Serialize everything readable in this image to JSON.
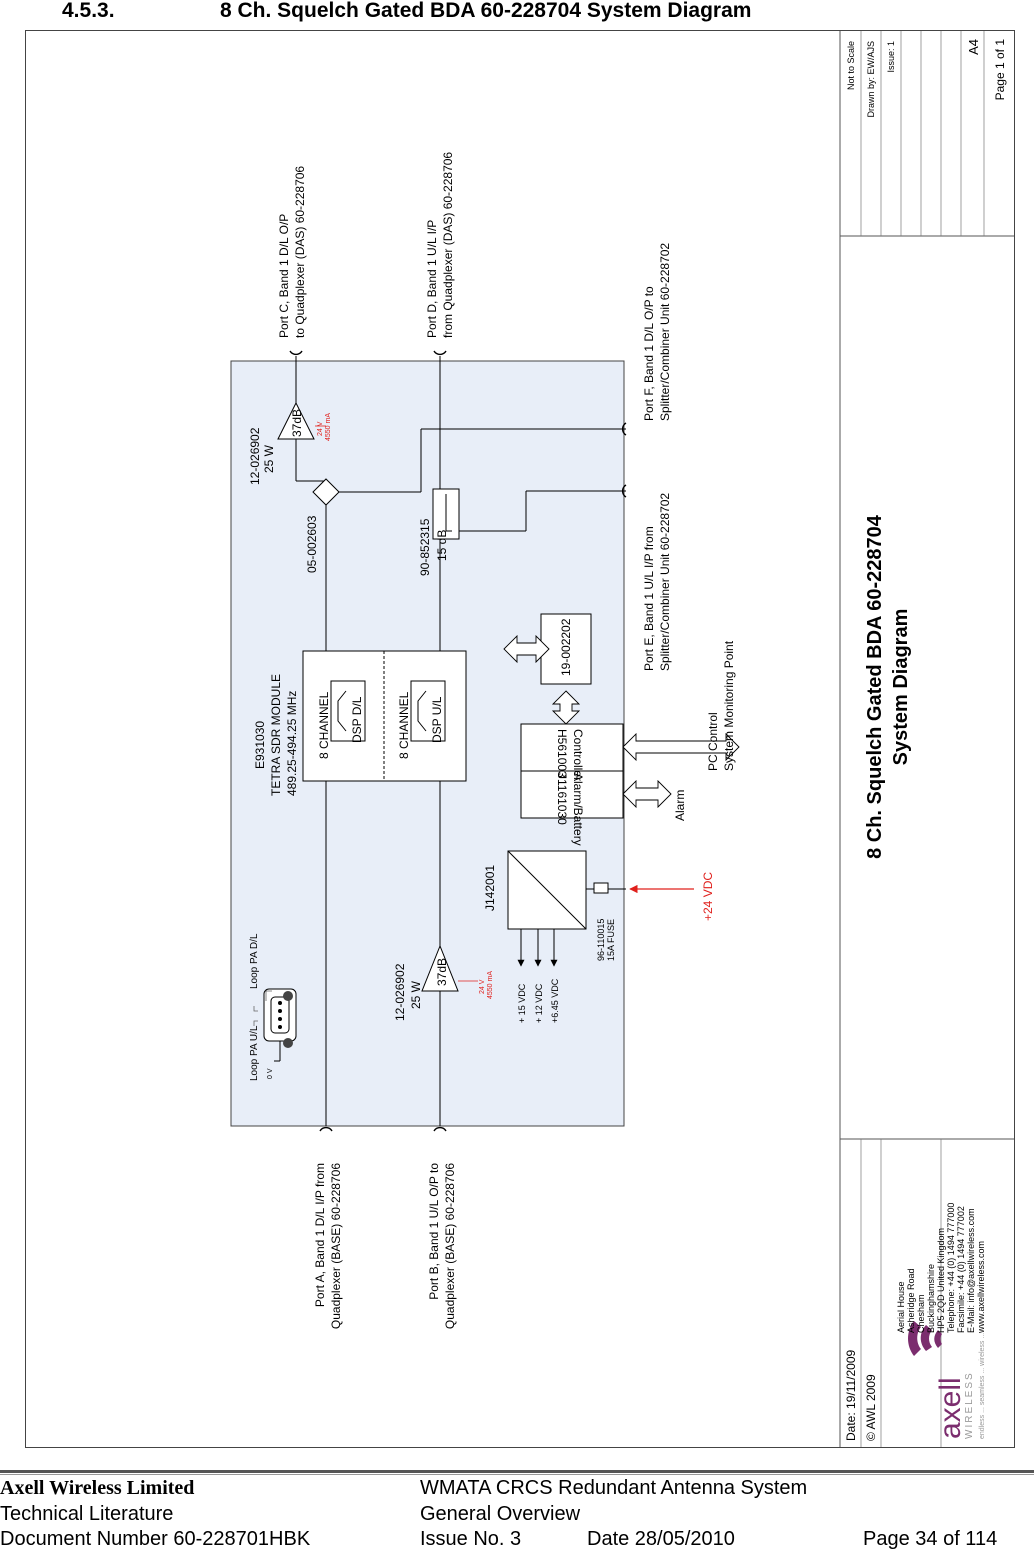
{
  "heading": {
    "number": "4.5.3.",
    "title": "8 Ch. Squelch Gated BDA 60-228704 System Diagram"
  },
  "title_block": {
    "title_line1": "8 Ch. Squelch Gated BDA 60-228704",
    "title_line2": "System Diagram",
    "not_to_scale": "Not to Scale",
    "drawn_by": "Drawn by: EW/AJS",
    "issue": "Issue: 1",
    "paper_size": "A4",
    "page": "Page 1 of 1",
    "date": "Date: 19/11/2009",
    "copyright": "© AWL 2009",
    "logo_word": "axell",
    "logo_sub": "WIRELESS",
    "logo_tag": "endless ... seamless ... wireless ...",
    "address": [
      "Aerial House",
      "Asheridge Road",
      "Chesham",
      "Buckinghamshire",
      "HP5 2QD United Kingdom",
      "Telephone: +44 (0) 1494 777000",
      "Facsimile: +44 (0) 1494 777002",
      "E-Mail: info@axellwireless.com",
      "www.axellwireless.com"
    ]
  },
  "ports": {
    "a": [
      "Port A, Band 1 D/L I/P from",
      "Quadplexer (BASE) 60-228706"
    ],
    "b": [
      "Port B, Band 1 U/L O/P to",
      "Quadplexer (BASE) 60-228706"
    ],
    "c": [
      "Port C, Band 1 D/L O/P",
      "to Quadplexer (DAS) 60-228706"
    ],
    "d": [
      "Port D, Band 1 U/L I/P",
      "from Quadplexer (DAS) 60-228706"
    ],
    "e": [
      "Port E, Band 1 U/L I/P from",
      "Splitter/Combiner Unit 60-228702"
    ],
    "f": [
      "Port F,  Band 1 D/L O/P to",
      "Splitter/Combiner Unit 60-228702"
    ]
  },
  "components": {
    "sdr": [
      "E931030",
      "TETRA SDR MODULE",
      "489.25-494.25 MHz"
    ],
    "dsp_dl": [
      "8 CHANNEL",
      "DSP D/L"
    ],
    "dsp_ul": [
      "8 CHANNEL",
      "DSP U/L"
    ],
    "pa_dl": {
      "part": "12-026902",
      "power": "25 W",
      "gain": "37dB",
      "supply": [
        "24 V",
        "4550 mA"
      ]
    },
    "pa_ul": {
      "part": "12-026902",
      "power": "25 W",
      "gain": "37dB",
      "supply": [
        "24 V",
        "4550 mA"
      ]
    },
    "coupler": "05-002603",
    "attenuator": [
      "90-852315",
      "15 dB"
    ],
    "psu": "J142001",
    "fuse": [
      "96-110015",
      "15A FUSE"
    ],
    "psu_outputs": [
      "+ 15 VDC",
      "+ 12 VDC",
      "+6.45 VDC"
    ],
    "alarm_battery": [
      "Alarm/Battery",
      "J1161030"
    ],
    "controller": [
      "Controller",
      "H561003"
    ],
    "modem": "19-002202",
    "connector": {
      "loop_pa_ul": "Loop PA U/L",
      "loop_pa_dl": "Loop PA D/L",
      "zero_v": "0 V"
    }
  },
  "external": {
    "power": "+24 VDC",
    "alarm": "Alarm",
    "pc": [
      "PC Control",
      "System Monitoring Point"
    ]
  },
  "colors": {
    "module_fill": "#e8eef8",
    "power_red": "#e0201c",
    "logo_purple": "#7b2d6e",
    "logo_grey": "#9a9a9a"
  },
  "footer": {
    "company": "Axell Wireless Limited",
    "literature": "Technical Literature",
    "doc_number": "Document Number 60-228701HBK",
    "system": "WMATA CRCS Redundant Antenna System",
    "overview": "General Overview",
    "issue": "Issue No. 3",
    "date": "Date 28/05/2010",
    "page": "Page 34 of 114"
  }
}
